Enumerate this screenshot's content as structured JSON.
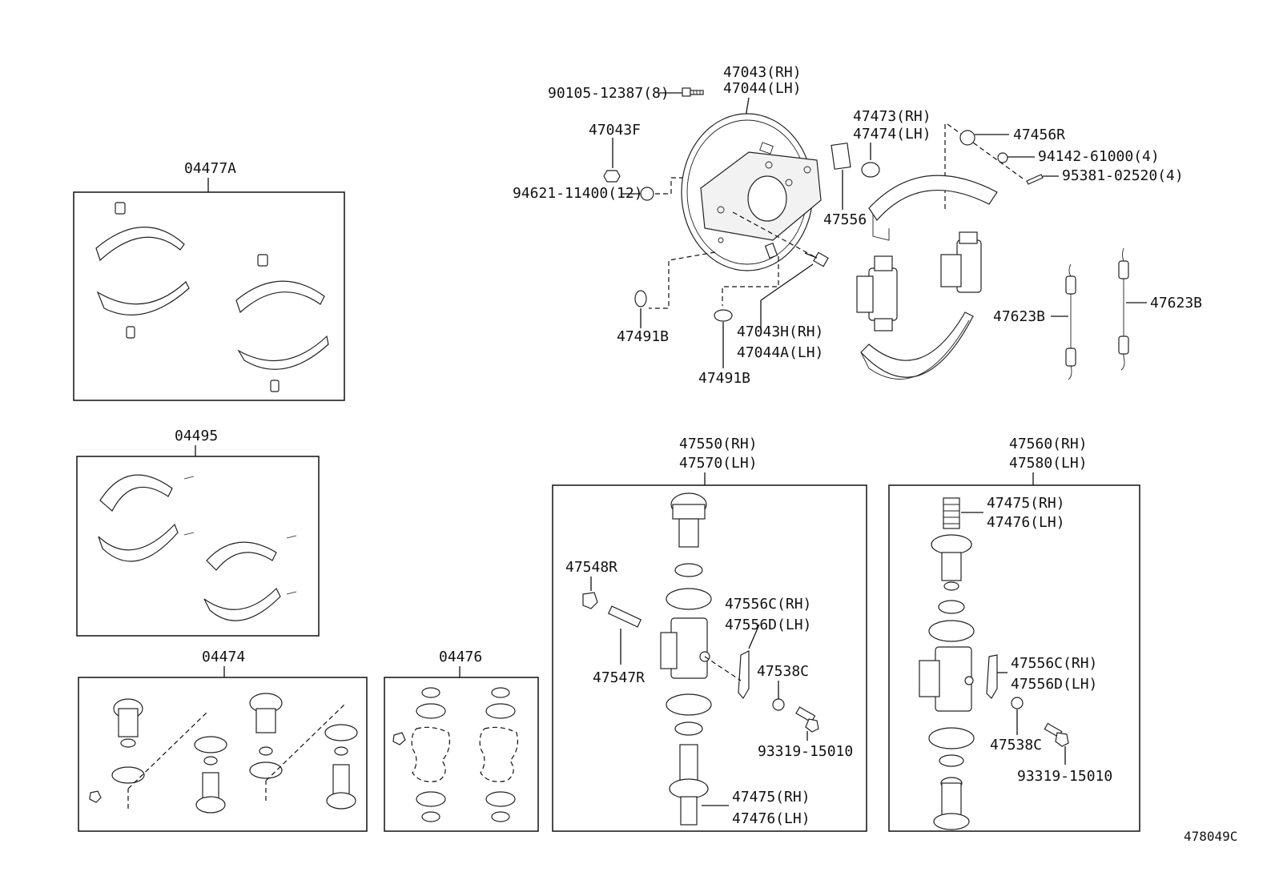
{
  "diagram": {
    "ref_code": "478049C",
    "labels": {
      "l_47043": "47043(RH)",
      "l_47044": "47044(LH)",
      "l_90105": "90105-12387(8)",
      "l_47043F": "47043F",
      "l_94621": "94621-11400(12)",
      "l_47473": "47473(RH)",
      "l_47474": "47474(LH)",
      "l_47456R": "47456R",
      "l_94142": "94142-61000(4)",
      "l_95381": "95381-02520(4)",
      "l_47556": "47556",
      "l_47623B_a": "47623B",
      "l_47623B_b": "47623B",
      "l_47491B_a": "47491B",
      "l_47491B_b": "47491B",
      "l_47043H": "47043H(RH)",
      "l_47044A": "47044A(LH)"
    },
    "kits": {
      "k_04477A": "04477A",
      "k_04495": "04495",
      "k_04474": "04474",
      "k_04476": "04476"
    },
    "asm_left": {
      "title_rh": "47550(RH)",
      "title_lh": "47570(LH)",
      "l_47548R": "47548R",
      "l_47547R": "47547R",
      "l_47556C": "47556C(RH)",
      "l_47556D": "47556D(LH)",
      "l_47538C": "47538C",
      "l_93319": "93319-15010",
      "l_47475": "47475(RH)",
      "l_47476": "47476(LH)"
    },
    "asm_right": {
      "title_rh": "47560(RH)",
      "title_lh": "47580(LH)",
      "l_47475": "47475(RH)",
      "l_47476": "47476(LH)",
      "l_47556C": "47556C(RH)",
      "l_47556D": "47556D(LH)",
      "l_47538C": "47538C",
      "l_93319": "93319-15010"
    }
  }
}
